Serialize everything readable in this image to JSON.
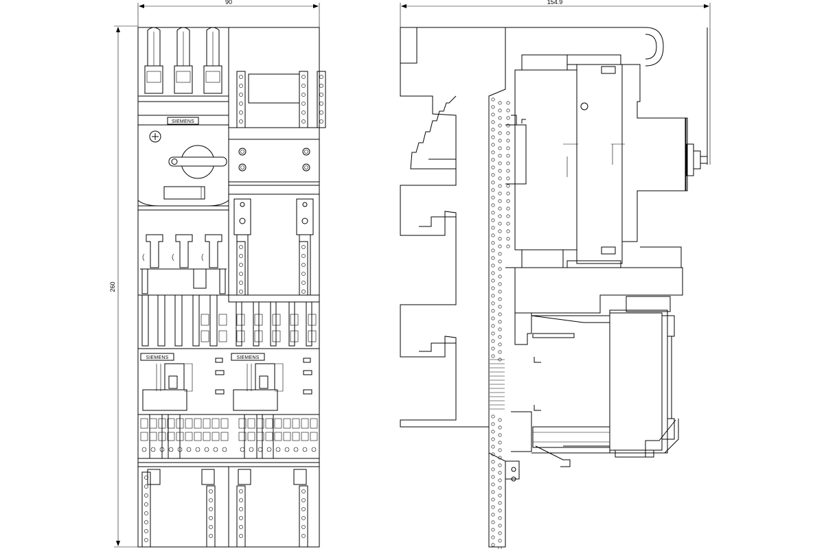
{
  "dimensions": {
    "front_width": "90",
    "front_height": "260",
    "side_depth": "154.9"
  },
  "brand_labels": {
    "breaker": "SIEMENS",
    "contactor_left": "SIEMENS",
    "contactor_right": "SIEMENS"
  },
  "colors": {
    "line": "#000000",
    "background": "#ffffff"
  }
}
